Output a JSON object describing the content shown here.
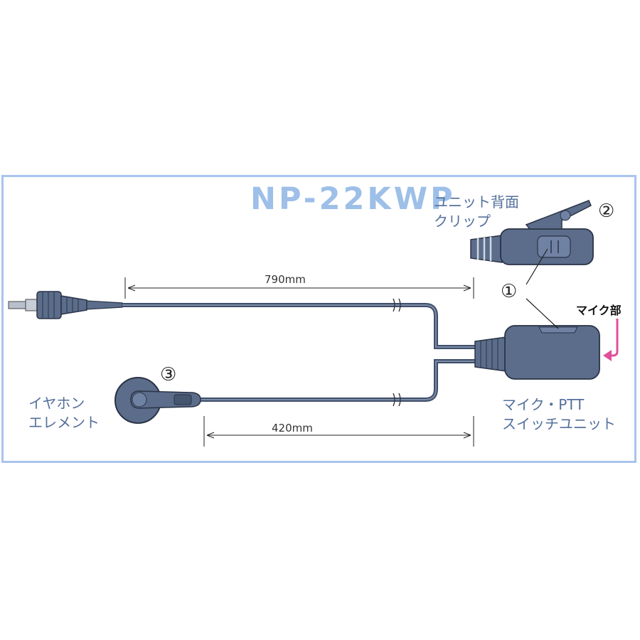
{
  "title": "NP-22KWP",
  "labels": {
    "clip_line1": "ユニット背面",
    "clip_line2": "クリップ",
    "earphone_line1": "イヤホン",
    "earphone_line2": "エレメント",
    "unit_line1": "マイク・PTT",
    "unit_line2": "スイッチユニット",
    "mic": "マイク部"
  },
  "dimensions": {
    "upper": "790mm",
    "lower": "420mm"
  },
  "callouts": {
    "one": "①",
    "two": "②",
    "three": "③"
  },
  "colors": {
    "frame": "#a9c4ee",
    "title": "#9dbfe8",
    "label": "#54709c",
    "device_fill": "#5b6d8a",
    "cable": "#3f4f6b",
    "mic_arrow": "#e0509a"
  }
}
